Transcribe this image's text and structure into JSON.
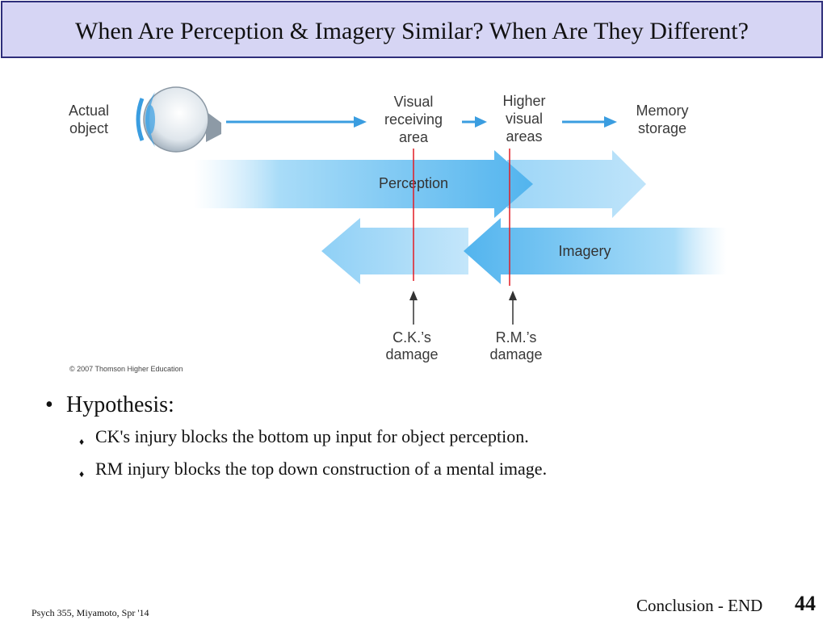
{
  "slide": {
    "title": "When Are Perception & Imagery Similar?  When Are They Different?"
  },
  "diagram": {
    "labels": {
      "actual_object_1": "Actual",
      "actual_object_2": "object",
      "visual_receiving_1": "Visual",
      "visual_receiving_2": "receiving",
      "visual_receiving_3": "area",
      "higher_visual_1": "Higher",
      "higher_visual_2": "visual",
      "higher_visual_3": "areas",
      "memory_1": "Memory",
      "memory_2": "storage",
      "perception": "Perception",
      "imagery": "Imagery",
      "ck_damage_1": "C.K.’s",
      "ck_damage_2": "damage",
      "rm_damage_1": "R.M.’s",
      "rm_damage_2": "damage",
      "copyright": "© 2007 Thomson Higher Education"
    },
    "colors": {
      "arrow_blue": "#3a9de0",
      "band_blue": "#72c2f2",
      "damage_line": "#e21c24"
    }
  },
  "content": {
    "bullet": "Hypothesis:",
    "sub_items": [
      "CK's injury blocks the bottom up input for object perception.",
      "RM injury blocks the top down construction of a mental image."
    ]
  },
  "footer": {
    "left": "Psych 355, Miyamoto, Spr '14",
    "right": "Conclusion - END",
    "page": "44"
  }
}
